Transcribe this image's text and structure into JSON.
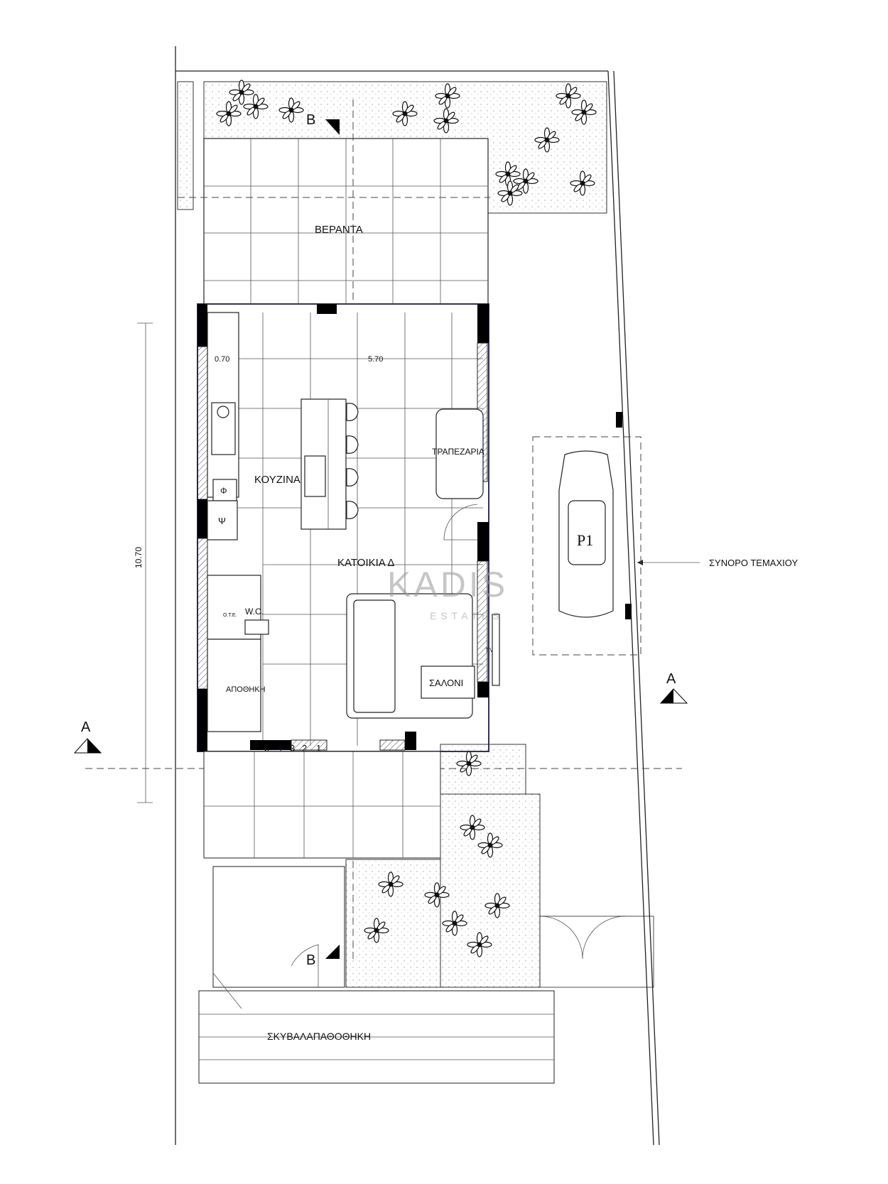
{
  "rooms": {
    "veranda": "ΒΕΡΑΝΤΑ",
    "kitchen": "ΚΟΥΖΙΝΑ",
    "dining": "ΤΡΑΠΕΖΑΡΙΑ",
    "house": "ΚΑΤΟΙΚΙΑ Δ",
    "wc": "W.C.",
    "storage": "ΑΠΟΘΗΚΗ",
    "living": "ΣΑΛΟΝΙ",
    "bin_store": "ΣΚΥΒΑΛΑΠΑΘΟΘΗΚΗ"
  },
  "labels": {
    "parking": "P1",
    "boundary": "ΣΥΝΟΡΟ ΤΕΜΑΧΙΟΥ",
    "tv": "T.V.",
    "ote": "O.T.E.",
    "fridge_symbol": "Φ",
    "appliance_symbol": "Ψ"
  },
  "sections": {
    "b_top": "Β",
    "b_bottom": "Β",
    "a_left": "Α",
    "a_right": "Α"
  },
  "dimensions": {
    "overall_depth": "10.70",
    "counter_width": "0.70",
    "interior_width": "5.70"
  },
  "stairs": [
    "6",
    "5",
    "4",
    "3",
    "2",
    "1"
  ],
  "watermark": {
    "name": "KADIS",
    "sub": "ESTATES",
    "accent_color": "#c9a24a"
  }
}
